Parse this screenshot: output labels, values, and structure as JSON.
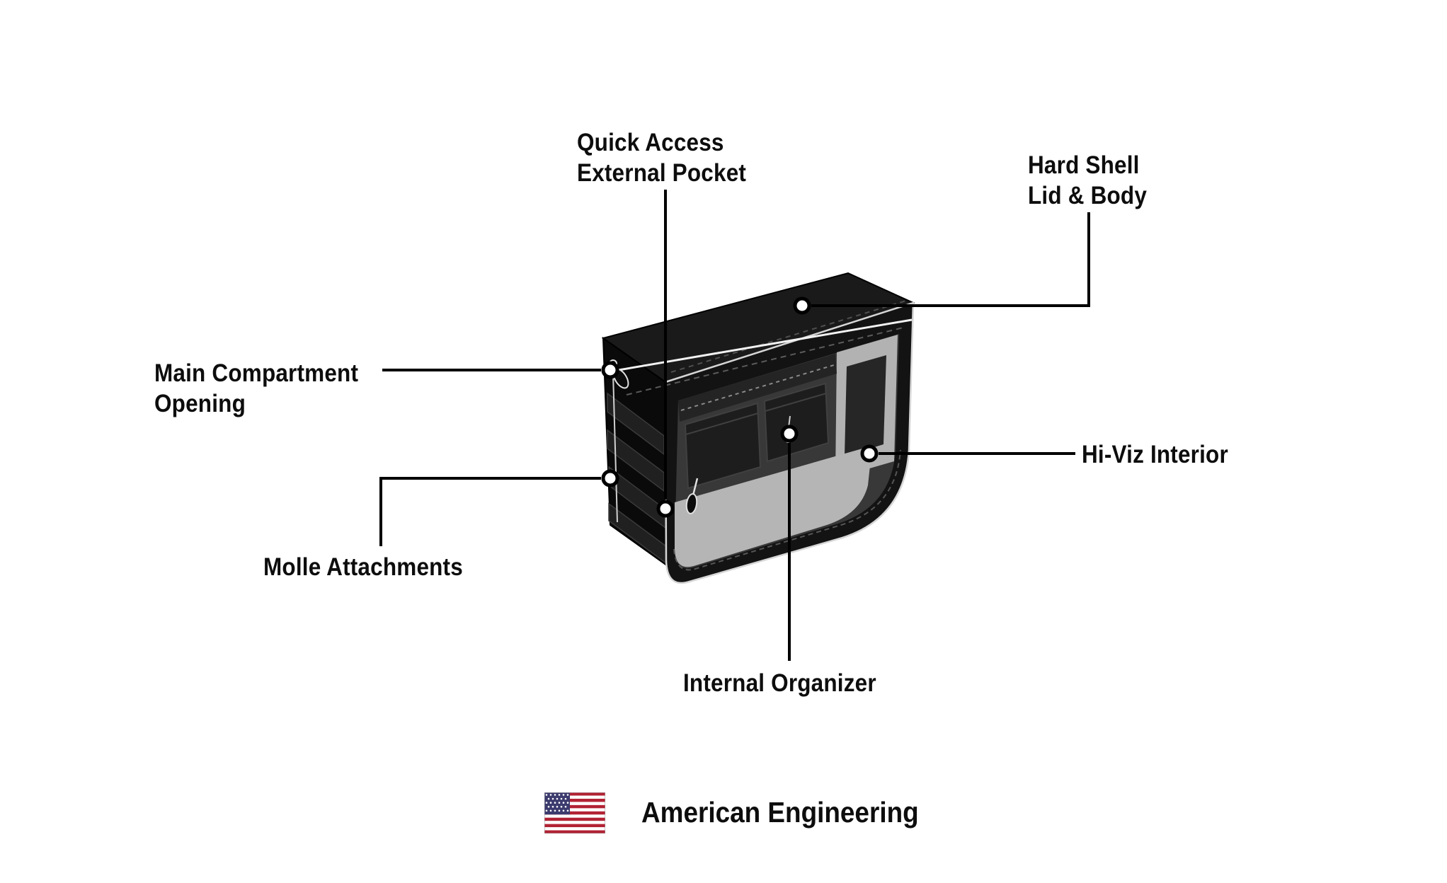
{
  "diagram": {
    "title": "Saddlebag feature callout diagram",
    "callouts": {
      "quick_access": {
        "label": "Quick Access\nExternal Pocket"
      },
      "hard_shell": {
        "label": "Hard Shell\nLid & Body"
      },
      "main_compartment": {
        "label": "Main Compartment\nOpening"
      },
      "hi_viz": {
        "label": "Hi-Viz Interior"
      },
      "molle": {
        "label": "Molle Attachments"
      },
      "internal_organizer": {
        "label": "Internal Organizer"
      }
    },
    "footer": {
      "text": "American Engineering",
      "flag_icon": "us-flag"
    },
    "colors": {
      "callout_line": "#000000",
      "label_text": "#0d0d0d",
      "bag_body": "#131313",
      "bag_lid": "#1a1a1a",
      "interior_gray": "#b2b2b2",
      "flag_red": "#B22234",
      "flag_blue": "#3C3B6E",
      "background": "#ffffff"
    }
  }
}
